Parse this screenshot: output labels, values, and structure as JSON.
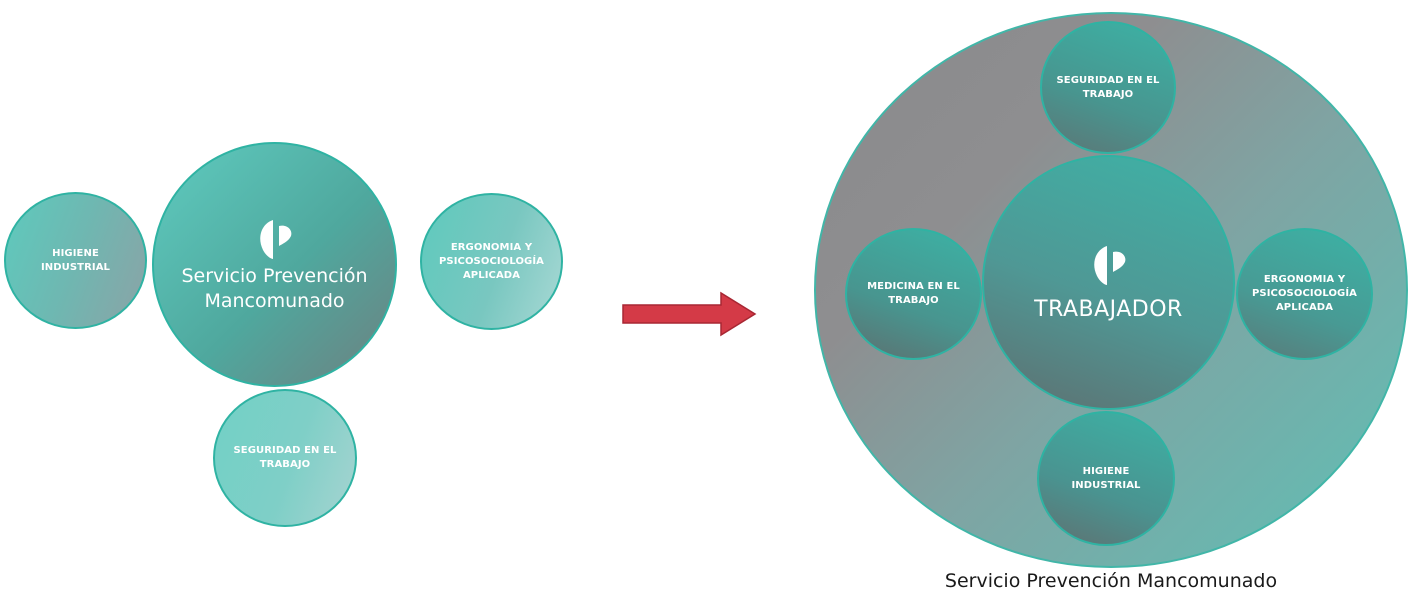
{
  "left_diagram": {
    "center": {
      "label": "Servicio Prevención Mancomunado",
      "logo": "leaf-logo-icon"
    },
    "nodes": {
      "higiene": "HIGIENE INDUSTRIAL",
      "ergonomia": "ERGONOMIA Y PSICOSOCIOLOGÍA APLICADA",
      "seguridad": "SEGURIDAD EN EL TRABAJO"
    }
  },
  "arrow": {
    "icon": "right-arrow-icon",
    "color": "#d43a47"
  },
  "right_diagram": {
    "center": {
      "label": "TRABAJADOR",
      "logo": "leaf-logo-icon"
    },
    "nodes": {
      "seguridad": "SEGURIDAD EN EL TRABAJO",
      "medicina": "MEDICINA EN EL TRABAJO",
      "ergonomia": "ERGONOMIA Y PSICOSOCIOLOGÍA APLICADA",
      "higiene": "HIGIENE INDUSTRIAL"
    },
    "caption": "Servicio Prevención Mancomunado"
  },
  "colors": {
    "accent_teal": "#2fb3a3",
    "arrow_red": "#d43a47"
  }
}
